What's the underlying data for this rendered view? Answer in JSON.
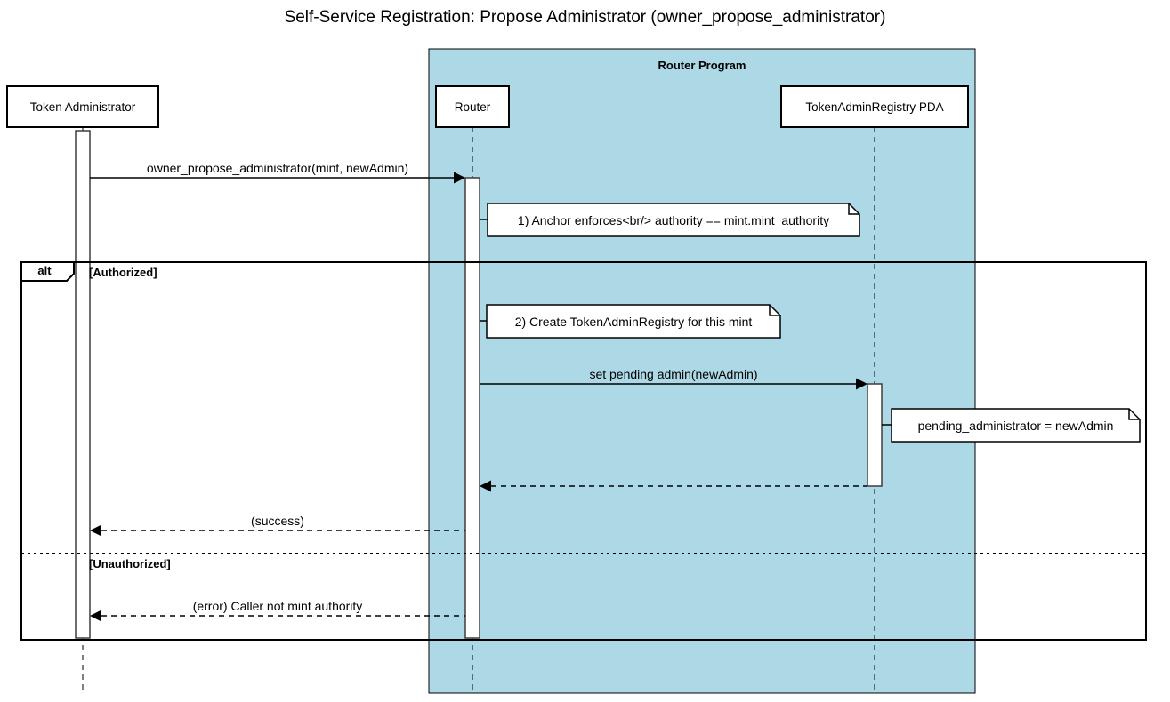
{
  "title": "Self-Service Registration: Propose Administrator (owner_propose_administrator)",
  "container": {
    "label": "Router Program"
  },
  "participants": [
    {
      "id": "token-administrator",
      "label": "Token Administrator"
    },
    {
      "id": "router",
      "label": "Router"
    },
    {
      "id": "token-admin-registry-pda",
      "label": "TokenAdminRegistry PDA"
    }
  ],
  "messages": {
    "propose": "owner_propose_administrator(mint, newAdmin)",
    "set_pending": "set pending admin(newAdmin)",
    "success": "(success)",
    "error": "(error) Caller not mint authority"
  },
  "notes": {
    "anchor_enforces": "1) Anchor enforces<br/> authority == mint.mint_authority",
    "create_registry": "2) Create TokenAdminRegistry for this mint",
    "pending_admin": "pending_administrator = newAdmin"
  },
  "alt": {
    "operator": "alt",
    "guards": [
      "[Authorized]",
      "[Unauthorized]"
    ]
  },
  "colors": {
    "container_fill": "#ADD8E6",
    "box_fill": "#FFFFFF",
    "note_fill": "#FFFFFF",
    "line": "#000000"
  }
}
